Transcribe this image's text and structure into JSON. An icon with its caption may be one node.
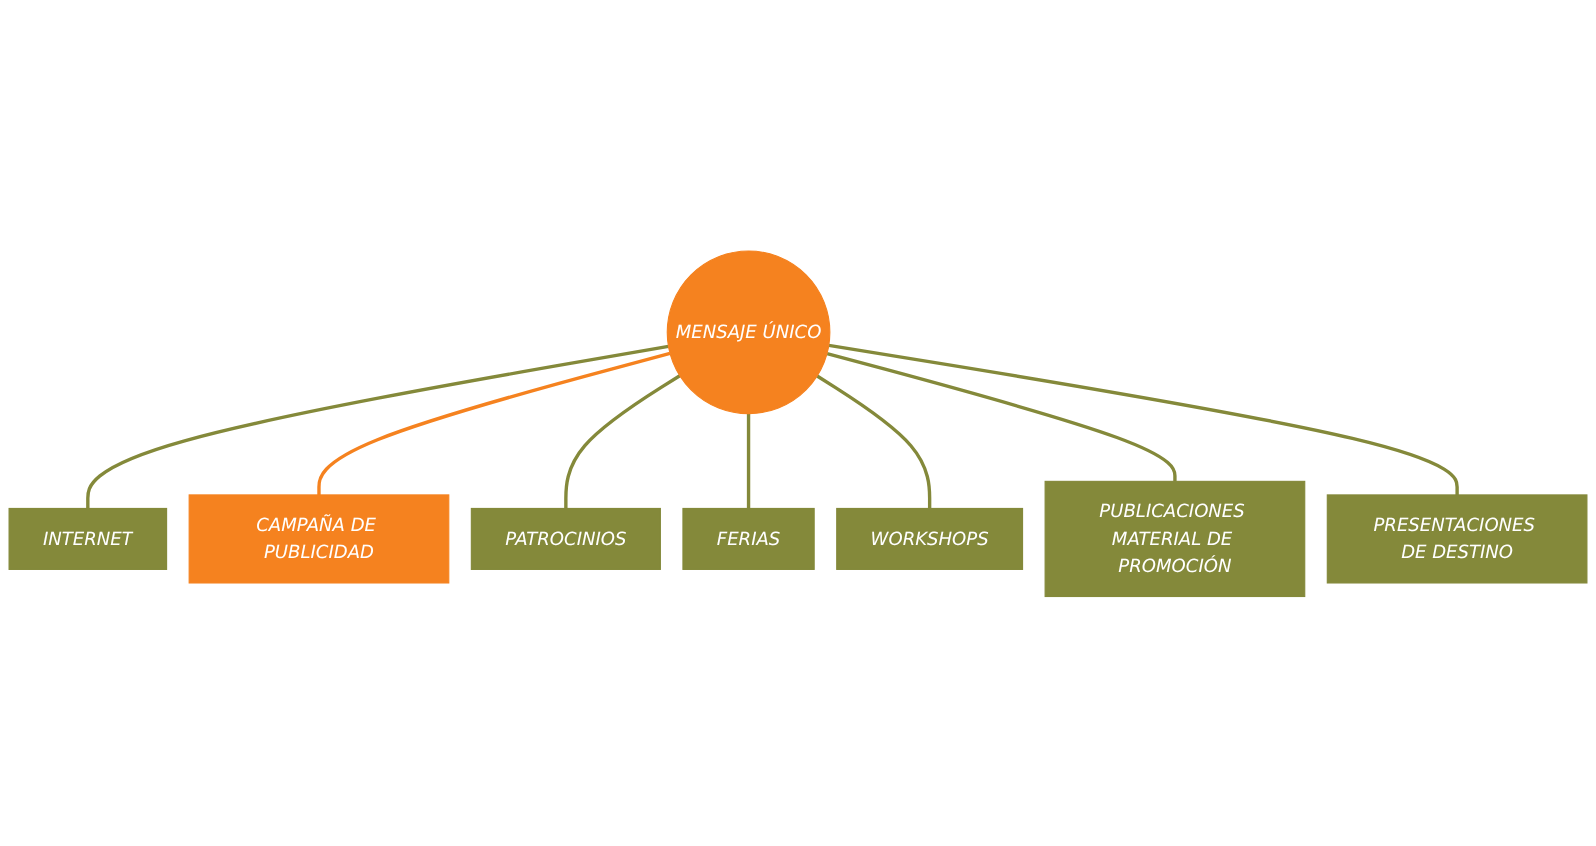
{
  "diagram": {
    "nodes": [
      {
        "text": [
          "MENSAJE ÚNICO"
        ]
      },
      {
        "text": [
          "INTERNET"
        ]
      },
      {
        "text": [
          "CAMPAÑA DE PUBLICIDAD"
        ]
      },
      {
        "text": [
          "PATROCINIOS"
        ]
      },
      {
        "text": [
          "FERIAS"
        ]
      },
      {
        "text": [
          "WORKSHOPS"
        ]
      },
      {
        "text": [
          "PUBLICACIONES MATERIAL DE PROMOCIÓN"
        ]
      },
      {
        "text": [
          "PRESENTACIONES DE DESTINO"
        ]
      }
    ],
    "edges": [
      {
        "from": 0,
        "to": 1,
        "arrow": "none"
      },
      {
        "from": 0,
        "to": 2,
        "arrow": "none",
        "color": "#f5821f"
      },
      {
        "from": 0,
        "to": 3,
        "arrow": "none"
      },
      {
        "from": 0,
        "to": 4,
        "arrow": "none"
      },
      {
        "from": 0,
        "to": 5,
        "arrow": "none"
      },
      {
        "from": 0,
        "to": 6,
        "arrow": "none"
      },
      {
        "from": 0,
        "to": 7,
        "arrow": "none"
      }
    ]
  }
}
